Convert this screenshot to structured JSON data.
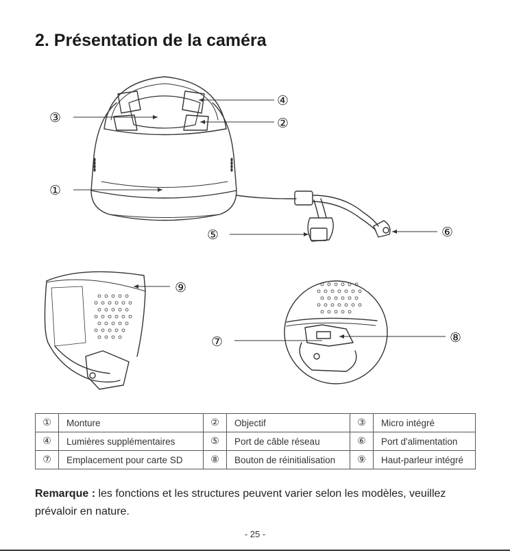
{
  "page": {
    "title": "2. Présentation de la caméra",
    "page_number": "- 25 -"
  },
  "callouts": {
    "c1": "①",
    "c2": "②",
    "c3": "③",
    "c4": "④",
    "c5": "⑤",
    "c6": "⑥",
    "c7": "⑦",
    "c8": "⑧",
    "c9": "⑨"
  },
  "parts_table": {
    "rows": [
      [
        {
          "num": "①",
          "label": "Monture"
        },
        {
          "num": "②",
          "label": "Objectif"
        },
        {
          "num": "③",
          "label": "Micro intégré"
        }
      ],
      [
        {
          "num": "④",
          "label": "Lumières supplémentaires"
        },
        {
          "num": "⑤",
          "label": "Port de câble réseau"
        },
        {
          "num": "⑥",
          "label": "Port d'alimentation"
        }
      ],
      [
        {
          "num": "⑦",
          "label": "Emplacement pour carte SD"
        },
        {
          "num": "⑧",
          "label": "Bouton de réinitialisation"
        },
        {
          "num": "⑨",
          "label": "Haut-parleur intégré"
        }
      ]
    ]
  },
  "note": {
    "label": "Remarque :",
    "text": " les fonctions et les structures peuvent varier selon les modèles, veuillez prévaloir en nature."
  },
  "colors": {
    "text": "#222222",
    "line": "#333333",
    "background": "#ffffff"
  }
}
